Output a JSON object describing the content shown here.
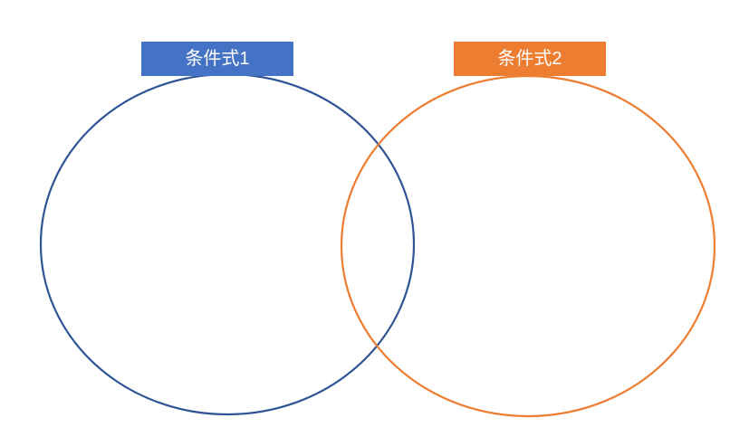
{
  "diagram": {
    "type": "venn",
    "left_label": "条件式1",
    "right_label": "条件式2"
  },
  "colors": {
    "background": "#FFFFFF",
    "left_label_bg": "#4472C4",
    "right_label_bg": "#ED7D31",
    "left_circle_stroke": "#2F5496",
    "right_circle_stroke": "#ED7D31",
    "label_text": "#FFFFFF"
  }
}
